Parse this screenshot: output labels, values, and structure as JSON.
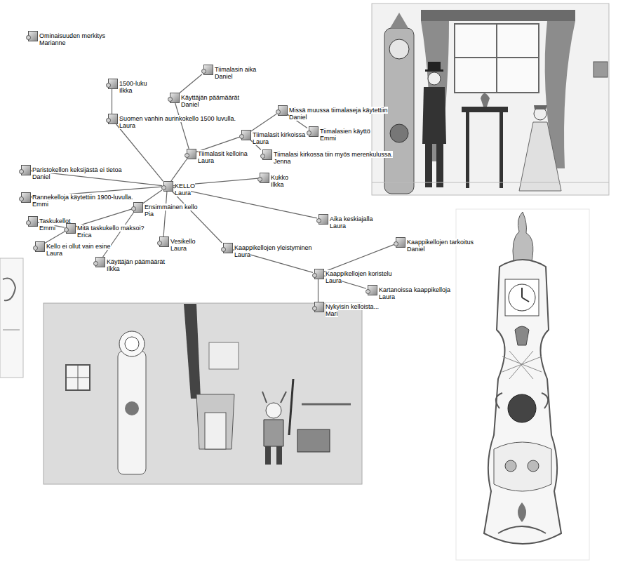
{
  "diagram": {
    "nodes": [
      {
        "text": [
          "Ominaisuuden merkitys",
          "Marianne"
        ]
      },
      {
        "text": [
          "1500-luku",
          "Ilkka"
        ]
      },
      {
        "text": [
          "Suomen vanhin aurinkokello 1500 luvulla.",
          "Laura"
        ]
      },
      {
        "text": [
          "Tiimalasin aika",
          "Daniel"
        ]
      },
      {
        "text": [
          "Käyttäjän päämäärät",
          "Daniel"
        ]
      },
      {
        "text": [
          "Tiimalasit kelloina",
          "Laura"
        ]
      },
      {
        "text": [
          "Missä muussa tiimalaseja käytettiin",
          "Daniel"
        ]
      },
      {
        "text": [
          "Tiimalasit kirkoissa",
          "Laura"
        ]
      },
      {
        "text": [
          "Tiimalasien käyttö",
          "Emmi"
        ]
      },
      {
        "text": [
          "Tiimalasi kirkossa tiin myös merenkulussa.",
          "Jenna"
        ]
      },
      {
        "text": [
          "Paristokellon keksijästä ei tietoa",
          "Daniel"
        ]
      },
      {
        "text": [
          "KELLO",
          "Laura"
        ]
      },
      {
        "text": [
          "Kukko",
          "Ilkka"
        ]
      },
      {
        "text": [
          "Rannekelloja käytettiin 1900-luvulla.",
          "Emmi"
        ]
      },
      {
        "text": [
          "Ensimmäinen kello",
          "Pia"
        ]
      },
      {
        "text": [
          "Taskukellot",
          "Emmi"
        ]
      },
      {
        "text": [
          "Mitä taskukello maksoi?",
          "Erica"
        ]
      },
      {
        "text": [
          "Aika keskiajalla",
          "Laura"
        ]
      },
      {
        "text": [
          "Kello ei ollut vain esine",
          "Laura"
        ]
      },
      {
        "text": [
          "Vesikello",
          "Laura"
        ]
      },
      {
        "text": [
          "Kaappikellojen yleistyminen",
          "Laura"
        ]
      },
      {
        "text": [
          "Käyttäjän päämäärät",
          "Ilkka"
        ]
      },
      {
        "text": [
          "Kaappikellojen tarkoitus",
          "Daniel"
        ]
      },
      {
        "text": [
          "Kaappikellojen koristelu",
          "Laura"
        ]
      },
      {
        "text": [
          "Kartanoissa kaappikelloja",
          "Laura"
        ]
      },
      {
        "text": [
          "Nykyisin kelloista...",
          "Mari"
        ]
      }
    ],
    "edges": [
      {
        "from": 11,
        "to": 2,
        "arrow": "none"
      },
      {
        "from": 2,
        "to": 1,
        "arrow": "none"
      },
      {
        "from": 11,
        "to": 5,
        "arrow": "none"
      },
      {
        "from": 5,
        "to": 4,
        "arrow": "none"
      },
      {
        "from": 4,
        "to": 3,
        "arrow": "none"
      },
      {
        "from": 5,
        "to": 7,
        "arrow": "none"
      },
      {
        "from": 7,
        "to": 6,
        "arrow": "none"
      },
      {
        "from": 6,
        "to": 8,
        "arrow": "none"
      },
      {
        "from": 7,
        "to": 9,
        "arrow": "none"
      },
      {
        "from": 11,
        "to": 10,
        "arrow": "none"
      },
      {
        "from": 11,
        "to": 12,
        "arrow": "none"
      },
      {
        "from": 11,
        "to": 13,
        "arrow": "none"
      },
      {
        "from": 11,
        "to": 14,
        "arrow": "none"
      },
      {
        "from": 14,
        "to": 16,
        "arrow": "none"
      },
      {
        "from": 16,
        "to": 15,
        "arrow": "none"
      },
      {
        "from": 16,
        "to": 18,
        "arrow": "none"
      },
      {
        "from": 14,
        "to": 21,
        "arrow": "none"
      },
      {
        "from": 11,
        "to": 19,
        "arrow": "none"
      },
      {
        "from": 11,
        "to": 17,
        "arrow": "none"
      },
      {
        "from": 11,
        "to": 20,
        "arrow": "none"
      },
      {
        "from": 20,
        "to": 23,
        "arrow": "none"
      },
      {
        "from": 23,
        "to": 22,
        "arrow": "none"
      },
      {
        "from": 23,
        "to": 24,
        "arrow": "none"
      },
      {
        "from": 23,
        "to": 25,
        "arrow": "none"
      }
    ]
  }
}
